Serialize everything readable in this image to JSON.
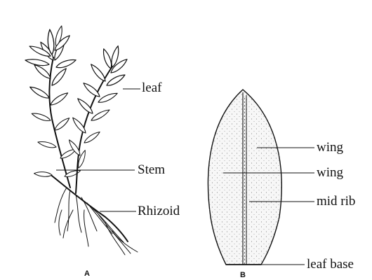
{
  "figure_a": {
    "caption": "A",
    "labels": {
      "leaf": "leaf",
      "stem": "Stem",
      "rhizoid": "Rhizoid"
    }
  },
  "figure_b": {
    "caption": "B",
    "labels": {
      "wing_upper": "wing",
      "wing_lower": "wing",
      "mid_rib": "mid rib",
      "leaf_base": "leaf base"
    }
  },
  "colors": {
    "ink": "#111111",
    "background": "#ffffff",
    "leaf_fill": "#f7f7f7"
  }
}
